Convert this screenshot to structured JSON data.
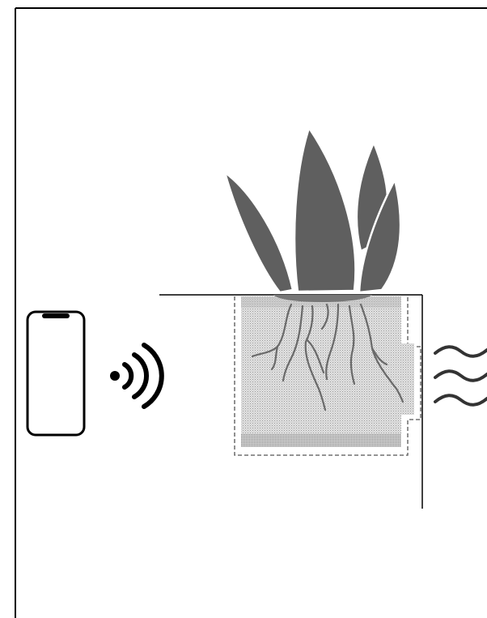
{
  "diagram": {
    "components": [
      {
        "id": "phone",
        "icon": "smartphone-icon"
      },
      {
        "id": "wireless-signal",
        "icon": "wifi-signal-icon"
      },
      {
        "id": "plant",
        "icon": "succulent-plant-icon"
      },
      {
        "id": "roots",
        "icon": "roots-icon"
      },
      {
        "id": "planter-box",
        "icon": "dashed-container-icon"
      },
      {
        "id": "heat-waves",
        "icon": "heat-wave-icon"
      }
    ],
    "colors": {
      "line": "#000000",
      "leaf": "#5f5f5f",
      "root": "#6a6a6a",
      "soil_base": "#d3d3d3",
      "soil_dots": "#9a9a9a",
      "background": "#ffffff"
    }
  }
}
